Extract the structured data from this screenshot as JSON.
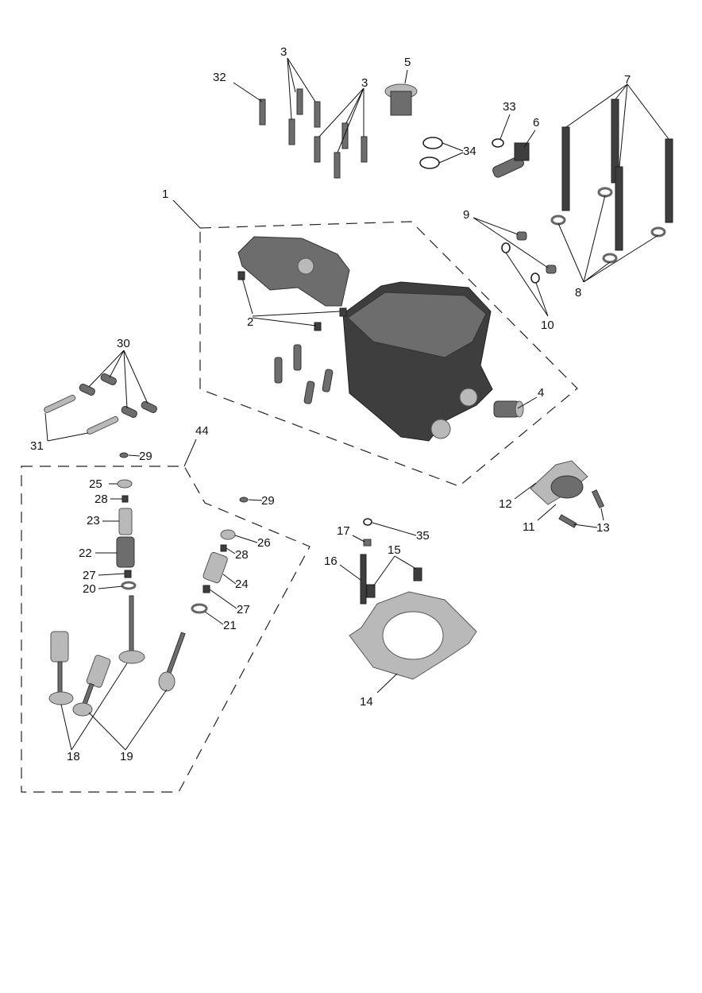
{
  "title": "Cylinder head exploded parts diagram",
  "callouts": [
    "32",
    "3",
    "3",
    "5",
    "33",
    "6",
    "34",
    "7",
    "1",
    "9",
    "8",
    "10",
    "2",
    "30",
    "4",
    "31",
    "44",
    "29",
    "29",
    "25",
    "28",
    "23",
    "22",
    "27",
    "20",
    "26",
    "28",
    "24",
    "27",
    "21",
    "17",
    "35",
    "15",
    "16",
    "12",
    "11",
    "13",
    "14",
    "18",
    "19"
  ],
  "colors": {
    "part": "#6d6d6d",
    "dark_part": "#3e3e3e",
    "line": "#111111"
  }
}
